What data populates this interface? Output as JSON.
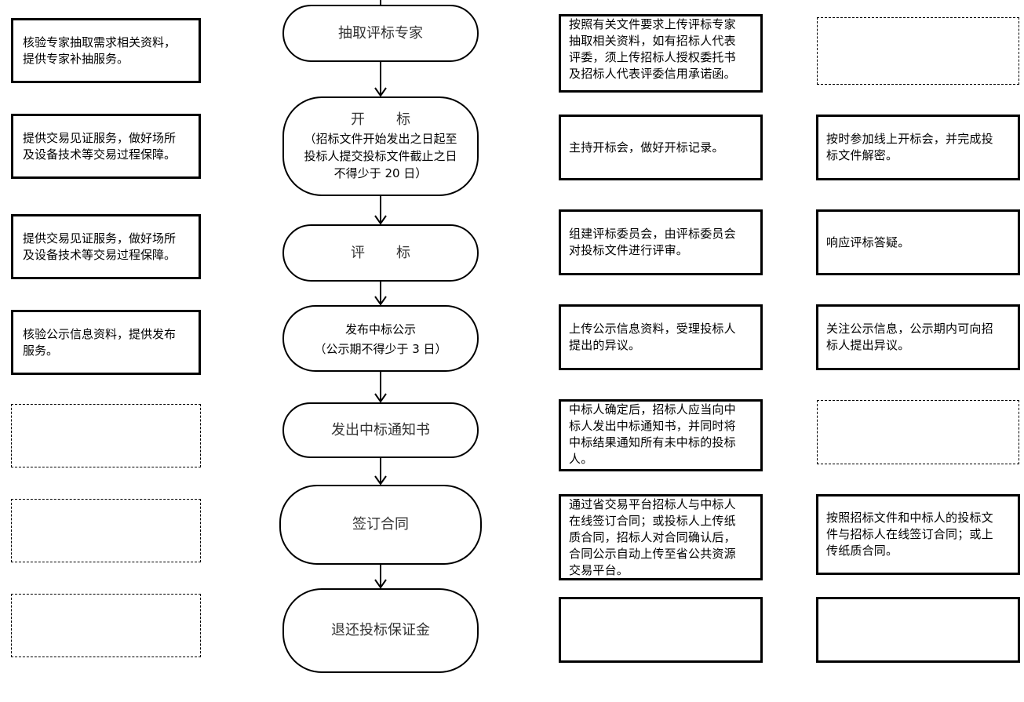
{
  "center": {
    "steps": [
      {
        "title": "抽取评标专家",
        "sub": ""
      },
      {
        "title": "开       标",
        "sub": "（招标文件开始发出之日起至\n投标人提交投标文件截止之日\n不得少于 20 日）"
      },
      {
        "title": "评       标",
        "sub": ""
      },
      {
        "title": "发布中标公示",
        "sub": "（公示期不得少于 3 日）"
      },
      {
        "title": "发出中标通知书",
        "sub": ""
      },
      {
        "title": "签订合同",
        "sub": ""
      },
      {
        "title": "退还投标保证金",
        "sub": ""
      }
    ]
  },
  "left_column": [
    "核验专家抽取需求相关资料，\n提供专家补抽服务。",
    "提供交易见证服务，做好场所\n及设备技术等交易过程保障。",
    "提供交易见证服务，做好场所\n及设备技术等交易过程保障。",
    "核验公示信息资料，提供发布\n服务。",
    "",
    "",
    ""
  ],
  "tenderer_column": [
    "按照有关文件要求上传评标专家\n抽取相关资料，如有招标人代表\n评委，须上传招标人授权委托书\n及招标人代表评委信用承诺函。",
    "主持开标会，做好开标记录。",
    "组建评标委员会，由评标委员会\n对投标文件进行评审。",
    "上传公示信息资料，受理投标人\n提出的异议。",
    "中标人确定后，招标人应当向中\n标人发出中标通知书，并同时将\n中标结果通知所有未中标的投标\n人。",
    "通过省交易平台招标人与中标人\n在线签订合同；或投标人上传纸\n质合同，招标人对合同确认后，\n合同公示自动上传至省公共资源\n交易平台。",
    ""
  ],
  "bidder_column": [
    "",
    "按时参加线上开标会，并完成投\n标文件解密。",
    "响应评标答疑。",
    "关注公示信息，公示期内可向招\n标人提出异议。",
    "",
    "按照招标文件和中标人的投标文\n件与招标人在线签订合同；或上\n传纸质合同。",
    ""
  ]
}
